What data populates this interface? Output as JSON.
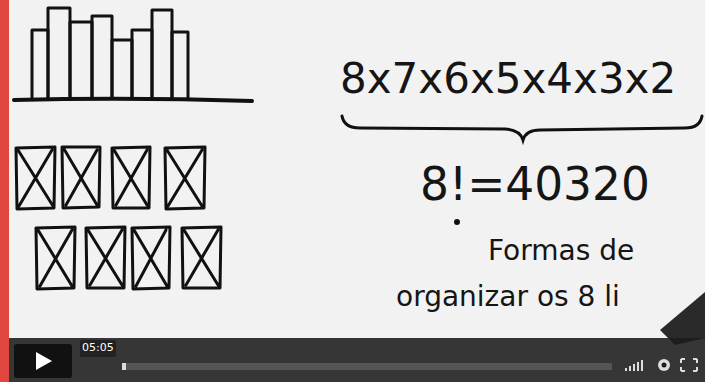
{
  "diagram": {
    "labels": [
      "8x7x6x5x4x3x2",
      "8!=40320",
      "Formas de",
      "organizar os 8 li",
      "05:05"
    ]
  }
}
